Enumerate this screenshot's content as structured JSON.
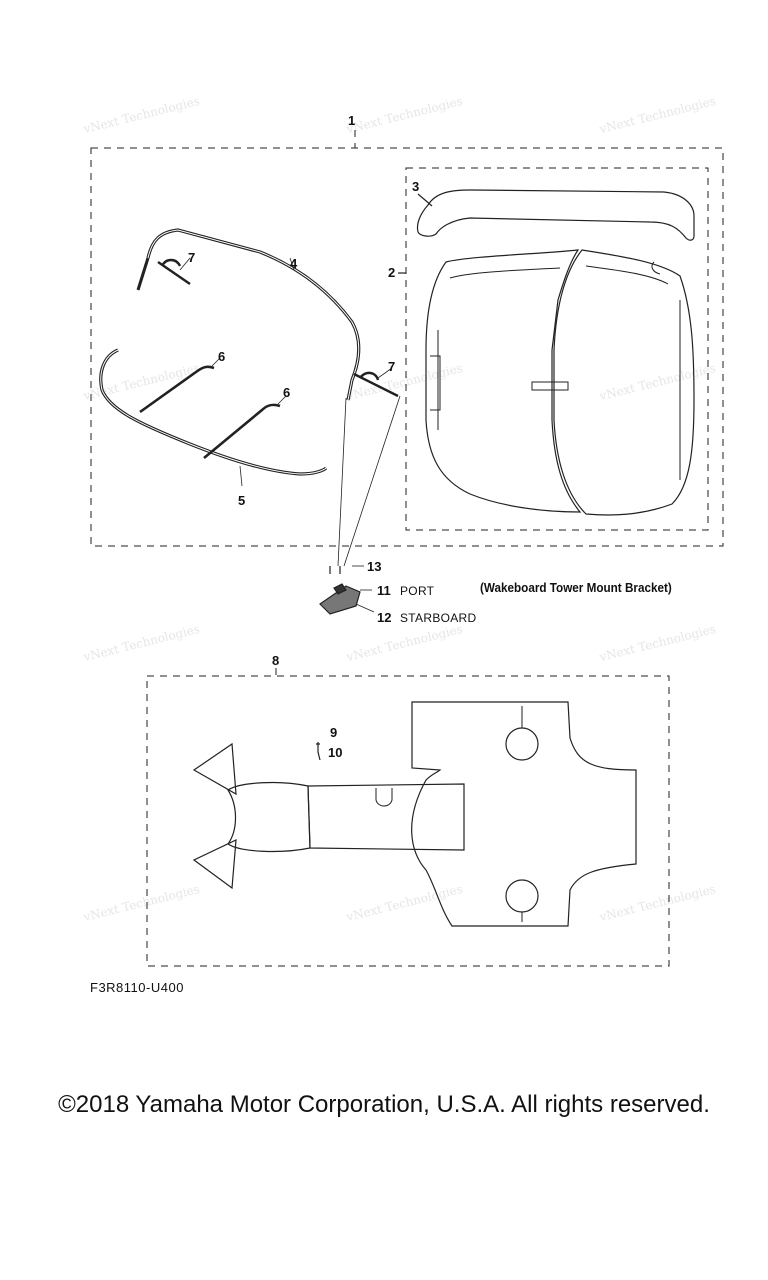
{
  "diagram": {
    "callouts": [
      {
        "id": "c1",
        "text": "1"
      },
      {
        "id": "c2",
        "text": "2"
      },
      {
        "id": "c3",
        "text": "3"
      },
      {
        "id": "c4",
        "text": "4"
      },
      {
        "id": "c5",
        "text": "5"
      },
      {
        "id": "c6a",
        "text": "6"
      },
      {
        "id": "c6b",
        "text": "6"
      },
      {
        "id": "c7a",
        "text": "7"
      },
      {
        "id": "c7b",
        "text": "7"
      },
      {
        "id": "c8",
        "text": "8"
      },
      {
        "id": "c9",
        "text": "9"
      },
      {
        "id": "c10",
        "text": "10"
      },
      {
        "id": "c11",
        "text": "11"
      },
      {
        "id": "c12",
        "text": "12"
      },
      {
        "id": "c13",
        "text": "13"
      }
    ],
    "port_label": "PORT",
    "starboard_label": "STARBOARD",
    "bracket_caption": "(Wakeboard Tower Mount Bracket)",
    "figure_code": "F3R8110-U400",
    "watermark_text": "vNext Technologies"
  },
  "footer": {
    "copyright": "©2018 Yamaha Motor Corporation, U.S.A. All rights reserved."
  }
}
